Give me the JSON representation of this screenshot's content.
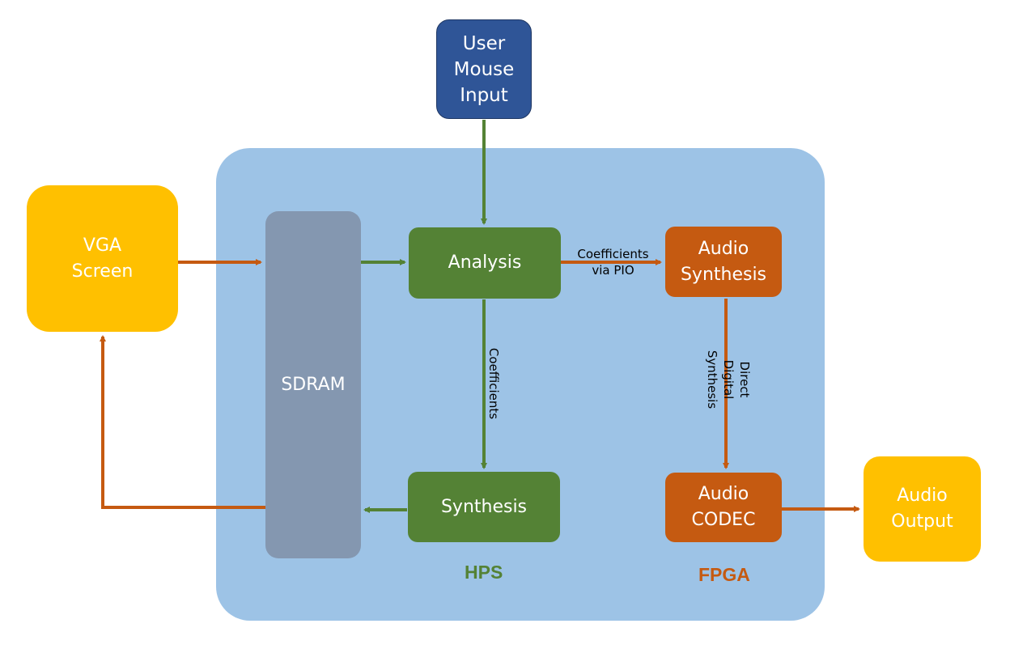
{
  "blocks": {
    "user_input": "User\nMouse\nInput",
    "vga_screen": "VGA\nScreen",
    "sdram": "SDRAM",
    "analysis": "Analysis",
    "synthesis": "Synthesis",
    "audio_synthesis": "Audio\nSynthesis",
    "audio_codec": "Audio\nCODEC",
    "audio_output": "Audio\nOutput"
  },
  "regions": {
    "hps": "HPS",
    "fpga": "FPGA"
  },
  "edge_labels": {
    "coefficients_via_pio": "Coefficients\nvia PIO",
    "coefficients": "Coefficients",
    "direct_digital_synthesis": "Direct Digital\nSynthesis"
  },
  "colors": {
    "region_fill": "#9dc3e6",
    "hps_green": "#548235",
    "fpga_orange": "#c55a11",
    "user_blue": "#2f5597",
    "io_yellow": "#ffc000",
    "sdram_gray": "#8497b0",
    "green_arrow": "#548235",
    "orange_arrow": "#c55a11"
  }
}
